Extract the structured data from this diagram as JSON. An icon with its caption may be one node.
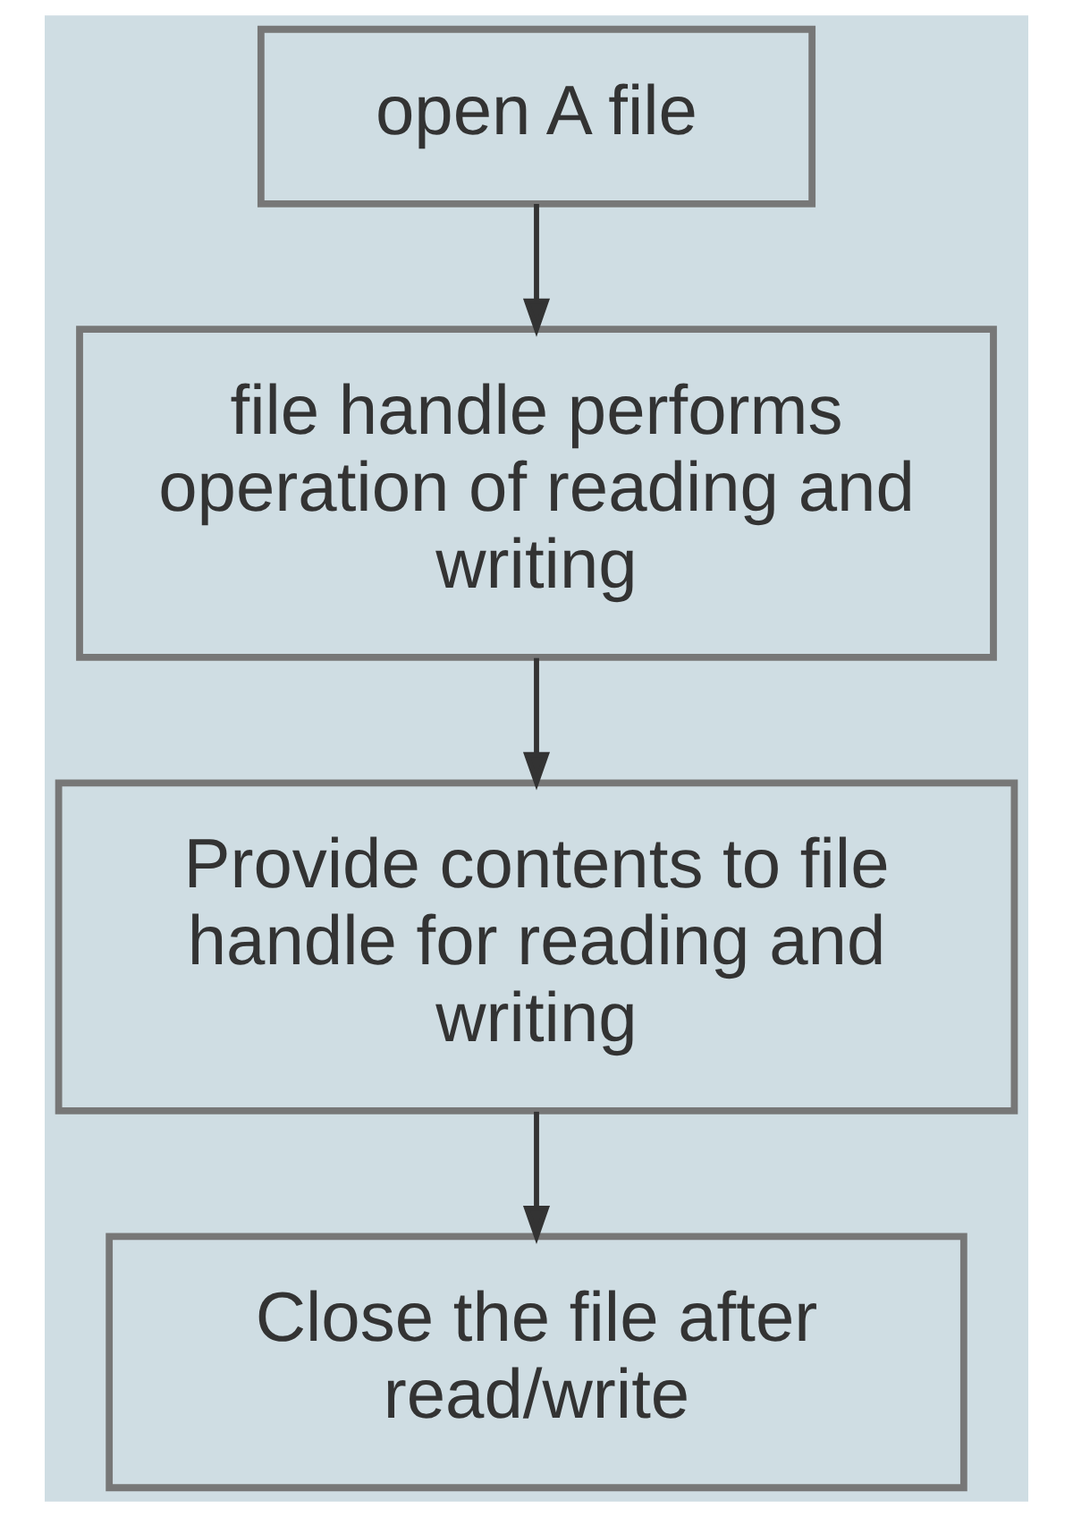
{
  "diagram": {
    "nodes": [
      {
        "text": [
          "open A file"
        ]
      },
      {
        "text": [
          "file handle performs operation of reading and writing"
        ]
      },
      {
        "text": [
          "Provide contents to file handle for reading and writing"
        ]
      },
      {
        "text": [
          "Close the file after read/write"
        ]
      }
    ],
    "edges": [
      {
        "from": 0,
        "to": 1,
        "arrow": "to"
      },
      {
        "from": 1,
        "to": 2,
        "arrow": "to"
      },
      {
        "from": 2,
        "to": 3,
        "arrow": "to"
      }
    ]
  }
}
